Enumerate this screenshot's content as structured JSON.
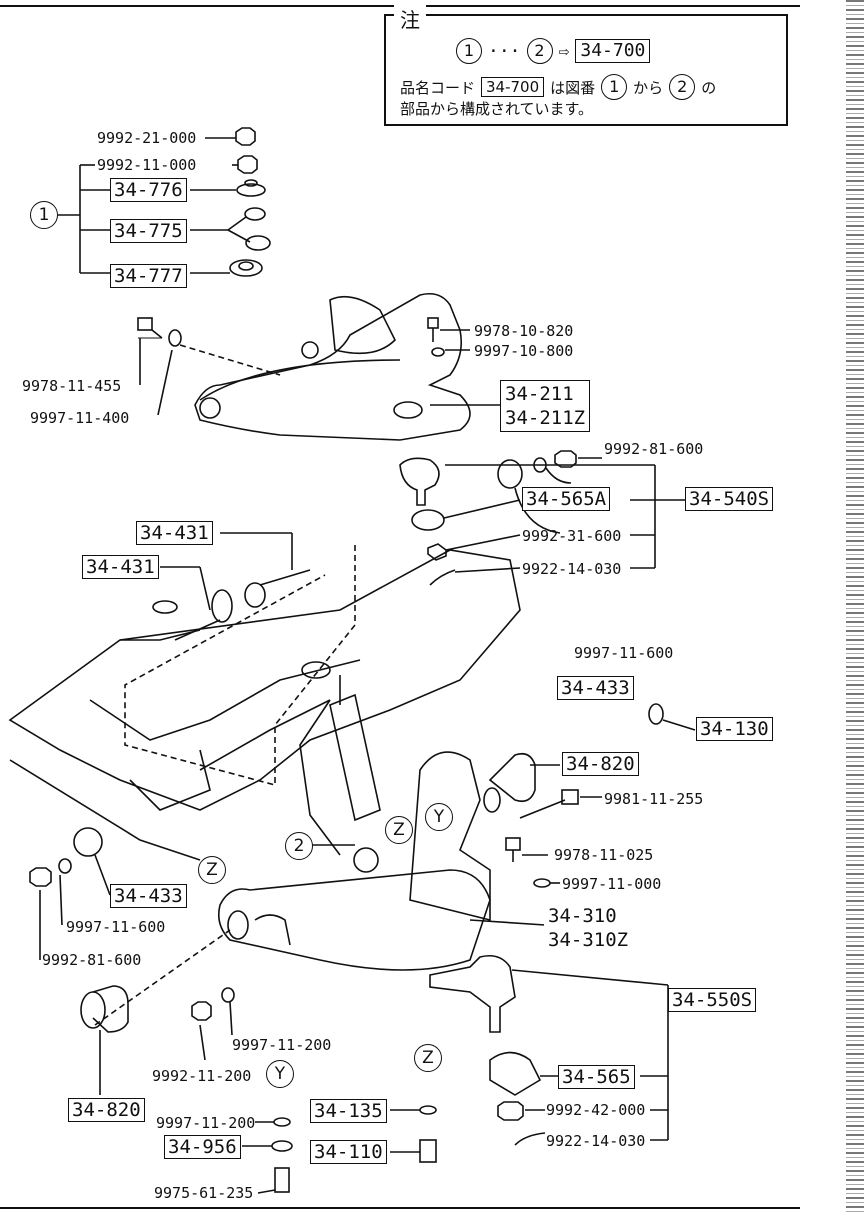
{
  "note": {
    "title": "注",
    "range_from": "1",
    "range_dots": "···",
    "range_to": "2",
    "arrow": "⇨",
    "code": "34-700",
    "line2_prefix": "品名コード",
    "line2_code": "34-700",
    "line2_mid": "は図番",
    "line2_from": "1",
    "line2_kara": "から",
    "line2_to": "2",
    "line2_suffix": "の",
    "line3": "部品から構成されています。"
  },
  "callouts": {
    "c1": "1",
    "c2": "2",
    "z1": "Z",
    "z2": "Z",
    "z3": "Z",
    "y1": "Y",
    "y2": "Y"
  },
  "parts": {
    "p9992_21_000": "9992-21-000",
    "p9992_11_000": "9992-11-000",
    "b34_776": "34-776",
    "b34_775": "34-775",
    "b34_777": "34-777",
    "p9978_10_820": "9978-10-820",
    "p9997_10_800": "9997-10-800",
    "p9978_11_455": "9978-11-455",
    "p9997_11_400": "9997-11-400",
    "b34_211": "34-211",
    "b34_211z": "34-211Z",
    "b34_565a": "34-565A",
    "b34_540s": "34-540S",
    "p9992_31_600": "9992-31-600",
    "p9922_14_030a": "9922-14-030",
    "b34_431a": "34-431",
    "b34_431b": "34-431",
    "p9992_81_600a": "9992-81-600",
    "p9997_11_600a": "9997-11-600",
    "b34_433a": "34-433",
    "b34_130": "34-130",
    "b34_820a": "34-820",
    "p9981_11_255": "9981-11-255",
    "p9978_11_025": "9978-11-025",
    "p9997_11_000": "9997-11-000",
    "b34_310": "34-310",
    "b34_310z": "34-310Z",
    "b34_433b": "34-433",
    "p9997_11_600b": "9997-11-600",
    "p9992_81_600b": "9992-81-600",
    "b34_550s": "34-550S",
    "p9997_11_200a": "9997-11-200",
    "p9992_11_200": "9992-11-200",
    "b34_565": "34-565",
    "p9992_42_000": "9992-42-000",
    "p9922_14_030b": "9922-14-030",
    "b34_820b": "34-820",
    "b34_135": "34-135",
    "p9997_11_200b": "9997-11-200",
    "b34_956": "34-956",
    "b34_110": "34-110",
    "p9975_61_235": "9975-61-235"
  }
}
